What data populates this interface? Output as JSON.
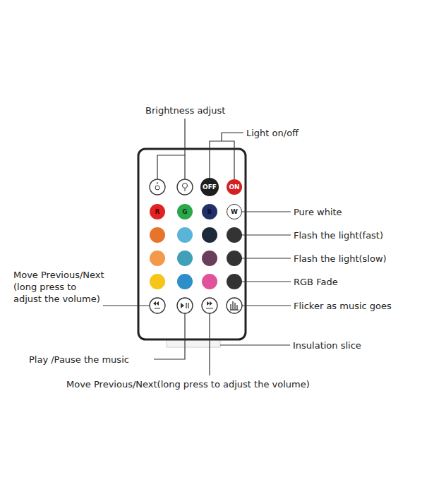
{
  "diagram": {
    "nodes": [
      {
        "text": [
          "OFF"
        ]
      },
      {
        "text": [
          "ON"
        ]
      },
      {
        "text": [
          "R"
        ]
      },
      {
        "text": [
          "G"
        ]
      },
      {
        "text": [
          "B"
        ]
      },
      {
        "text": [
          "W"
        ]
      }
    ],
    "labels": [
      "Brightness adjust",
      "Light on/off",
      "Pure white",
      "Flash the light(fast)",
      "Flash the light(slow)",
      "RGB Fade",
      "Flicker as music goes",
      "Insulation slice",
      "Move Previous/Next (long press to adjust the volume)",
      "Play /Pause the music",
      "Move Previous/Next(long press to adjust the volume)"
    ]
  }
}
